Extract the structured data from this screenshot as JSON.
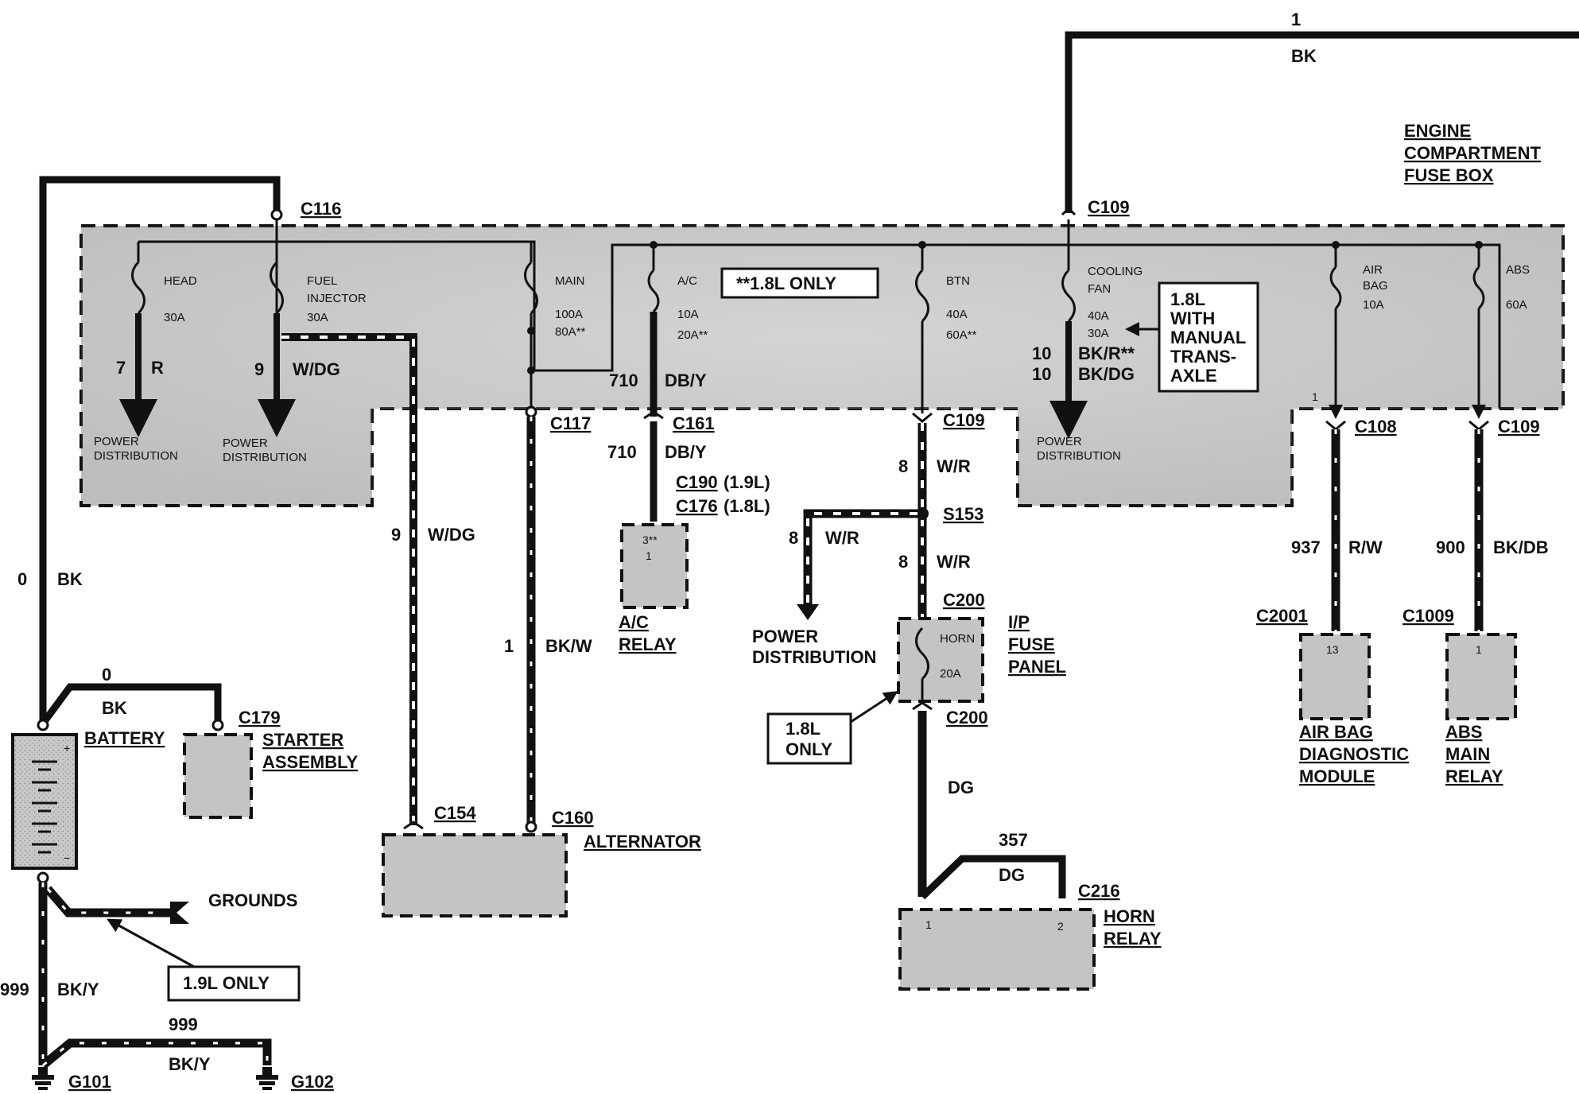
{
  "fuse_box": {
    "title_l1": "ENGINE",
    "title_l2": "COMPARTMENT",
    "title_l3": "FUSE BOX",
    "note_18_only": "**1.8L ONLY",
    "note_manual_l1": "1.8L",
    "note_manual_l2": "WITH",
    "note_manual_l3": "MANUAL",
    "note_manual_l4": "TRANS-",
    "note_manual_l5": "AXLE",
    "power_distribution_l1": "POWER",
    "power_distribution_l2": "DISTRIBUTION",
    "pin_1": "1"
  },
  "fuses": {
    "head": {
      "name": "HEAD",
      "rating": "30A"
    },
    "fuel_injector": {
      "name_l1": "FUEL",
      "name_l2": "INJECTOR",
      "rating": "30A"
    },
    "main": {
      "name": "MAIN",
      "rating_l1": "100A",
      "rating_l2": "80A**"
    },
    "ac": {
      "name": "A/C",
      "rating_l1": "10A",
      "rating_l2": "20A**"
    },
    "btn": {
      "name": "BTN",
      "rating_l1": "40A",
      "rating_l2": "60A**"
    },
    "cooling_fan": {
      "name_l1": "COOLING",
      "name_l2": "FAN",
      "rating_l1": "40A",
      "rating_l2": "30A"
    },
    "air_bag": {
      "name_l1": "AIR",
      "name_l2": "BAG",
      "rating": "10A"
    },
    "abs": {
      "name": "ABS",
      "rating": "60A"
    },
    "horn": {
      "name": "HORN",
      "rating": "20A"
    }
  },
  "connectors": {
    "c116": "C116",
    "c109_top": "C109",
    "c117": "C117",
    "c161": "C161",
    "c109_btn": "C109",
    "c108": "C108",
    "c109_abs": "C109",
    "c190": "C190",
    "c190_note": "(1.9L)",
    "c176": "C176",
    "c176_note": "(1.8L)",
    "s153": "S153",
    "c200_top": "C200",
    "c200_bottom": "C200",
    "c179": "C179",
    "c154": "C154",
    "c160": "C160",
    "c2001": "C2001",
    "c1009": "C1009",
    "c216": "C216",
    "g101": "G101",
    "g102": "G102"
  },
  "wires": {
    "top_circuit": "1",
    "top_color": "BK",
    "head_circuit": "7",
    "head_color": "R",
    "fuel_circuit": "9",
    "fuel_color": "W/DG",
    "ac_circuit": "710",
    "ac_color": "DB/Y",
    "ac_out_circuit": "710",
    "ac_out_color": "DB/Y",
    "fan_circuit_1": "10",
    "fan_color_1": "BK/R**",
    "fan_circuit_2": "10",
    "fan_color_2": "BK/DG",
    "btn_circuit": "8",
    "btn_color": "W/R",
    "pd_circuit": "8",
    "pd_color": "W/R",
    "s153_circuit": "8",
    "s153_color": "W/R",
    "batt_circuit": "0",
    "batt_color": "BK",
    "starter_circuit": "0",
    "starter_color": "BK",
    "alt_sense_circuit": "9",
    "alt_sense_color": "W/DG",
    "alt_circuit": "1",
    "alt_color": "BK/W",
    "airbag_circuit": "937",
    "airbag_color": "R/W",
    "abs_circuit": "900",
    "abs_color": "BK/DB",
    "horn_color": "DG",
    "relay_circuit": "357",
    "relay_color": "DG",
    "ground_circuit": "999",
    "ground_color": "BK/Y",
    "ground2_circuit": "999",
    "ground2_color": "BK/Y"
  },
  "components": {
    "battery": "BATTERY",
    "starter_l1": "STARTER",
    "starter_l2": "ASSEMBLY",
    "alternator": "ALTERNATOR",
    "ac_relay_l1": "A/C",
    "ac_relay_l2": "RELAY",
    "ac_relay_pin_a": "3**",
    "ac_relay_pin_b": "1",
    "power_distribution_l1": "POWER",
    "power_distribution_l2": "DISTRIBUTION",
    "ip_fuse_l1": "I/P",
    "ip_fuse_l2": "FUSE",
    "ip_fuse_l3": "PANEL",
    "note_18_only_l1": "1.8L",
    "note_18_only_l2": "ONLY",
    "airbag_l1": "AIR BAG",
    "airbag_l2": "DIAGNOSTIC",
    "airbag_l3": "MODULE",
    "airbag_pin": "13",
    "abs_l1": "ABS",
    "abs_l2": "MAIN",
    "abs_l3": "RELAY",
    "abs_pin": "1",
    "horn_relay_l1": "HORN",
    "horn_relay_l2": "RELAY",
    "horn_pin_1": "1",
    "horn_pin_2": "2",
    "grounds": "GROUNDS",
    "note_19_only": "1.9L ONLY",
    "battery_plus": "+",
    "battery_minus": "−"
  }
}
